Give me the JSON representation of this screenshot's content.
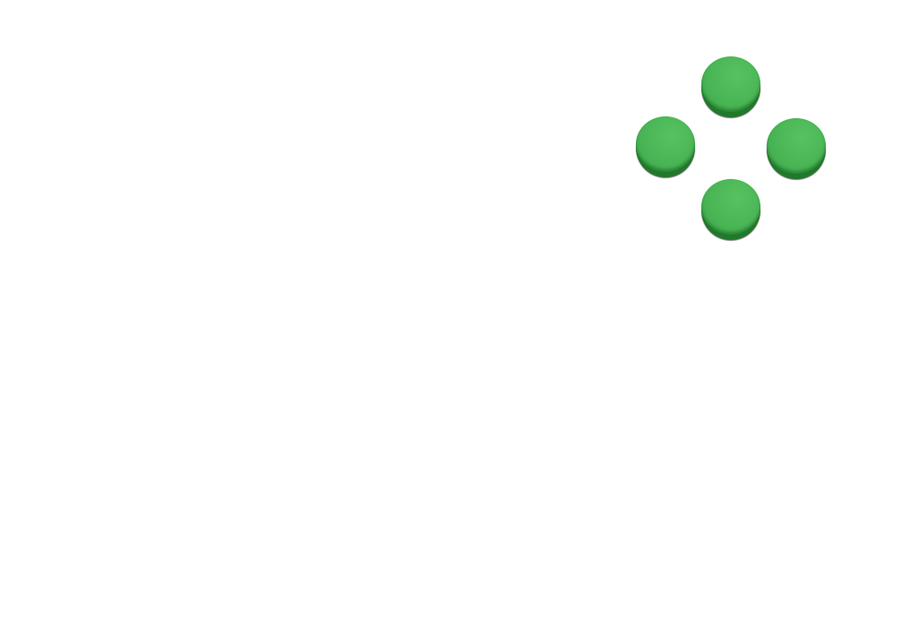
{
  "controls": {
    "face_color": "#4ab656",
    "edge_color": "#1f7a2a",
    "buttons": [
      {
        "id": "top",
        "icon": "circle-button"
      },
      {
        "id": "left",
        "icon": "circle-button"
      },
      {
        "id": "right",
        "icon": "circle-button"
      },
      {
        "id": "bottom",
        "icon": "circle-button"
      }
    ]
  }
}
